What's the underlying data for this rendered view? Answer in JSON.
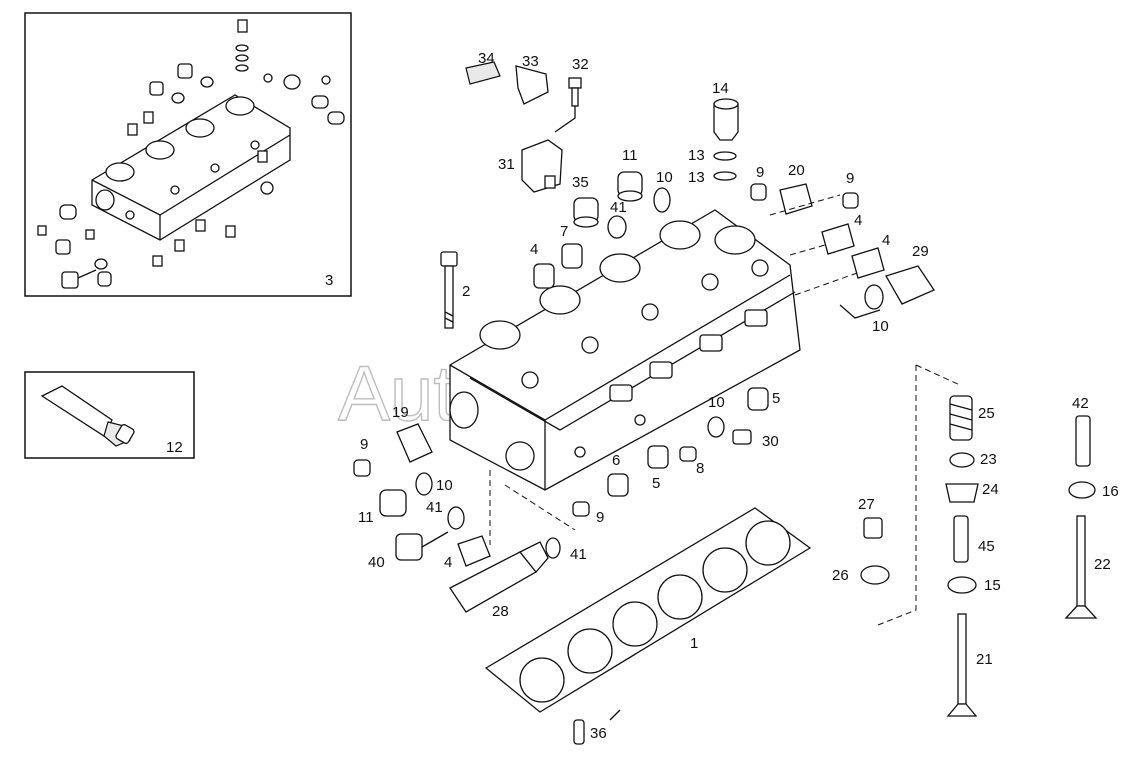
{
  "watermark": "Autosoft",
  "callouts": {
    "c1": "1",
    "c2": "2",
    "c3": "3",
    "c4a": "4",
    "c4b": "4",
    "c4c": "4",
    "c4d": "4",
    "c5a": "5",
    "c5b": "5",
    "c6": "6",
    "c7": "7",
    "c8": "8",
    "c9a": "9",
    "c9b": "9",
    "c9c": "9",
    "c9d": "9",
    "c10a": "10",
    "c10b": "10",
    "c10c": "10",
    "c10d": "10",
    "c11a": "11",
    "c11b": "11",
    "c12": "12",
    "c13a": "13",
    "c13b": "13",
    "c14": "14",
    "c15": "15",
    "c16": "16",
    "c19": "19",
    "c20": "20",
    "c21": "21",
    "c22": "22",
    "c23": "23",
    "c24": "24",
    "c25": "25",
    "c26": "26",
    "c27": "27",
    "c28": "28",
    "c29": "29",
    "c30": "30",
    "c31": "31",
    "c32": "32",
    "c33": "33",
    "c34": "34",
    "c35": "35",
    "c36": "36",
    "c40": "40",
    "c41a": "41",
    "c41b": "41",
    "c41c": "41",
    "c42": "42",
    "c45": "45"
  }
}
